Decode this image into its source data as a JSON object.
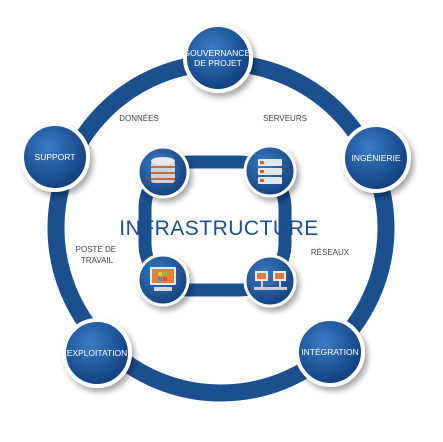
{
  "center": {
    "title": "INFRASTRUCTURE"
  },
  "nodes": [
    {
      "id": "gouvernance",
      "lines": [
        "GOUVERNANCE",
        "DE PROJET"
      ]
    },
    {
      "id": "ingenierie",
      "lines": [
        "INGÉNIERIE"
      ]
    },
    {
      "id": "integration",
      "lines": [
        "INTÉGRATION"
      ]
    },
    {
      "id": "exploitation",
      "lines": [
        "EXPLOITATION"
      ]
    },
    {
      "id": "support",
      "lines": [
        "SUPPORT"
      ]
    }
  ],
  "labels": [
    {
      "id": "donnees",
      "lines": [
        "DONNÉES"
      ]
    },
    {
      "id": "serveurs",
      "lines": [
        "SERVEURS"
      ]
    },
    {
      "id": "reseaux",
      "lines": [
        "RÉSEAUX"
      ]
    },
    {
      "id": "poste",
      "lines": [
        "POSTE DE",
        "TRAVAIL"
      ]
    }
  ],
  "icons": [
    {
      "id": "database",
      "name": "database-icon"
    },
    {
      "id": "server",
      "name": "server-icon"
    },
    {
      "id": "network",
      "name": "network-icon"
    },
    {
      "id": "workstation",
      "name": "workstation-icon"
    }
  ],
  "colors": {
    "ring": "#1c4f8d",
    "node_dark": "#0f3a73",
    "node_light": "#2d6bb2",
    "center_text": "#1b4f8a",
    "label_text": "#444444"
  }
}
